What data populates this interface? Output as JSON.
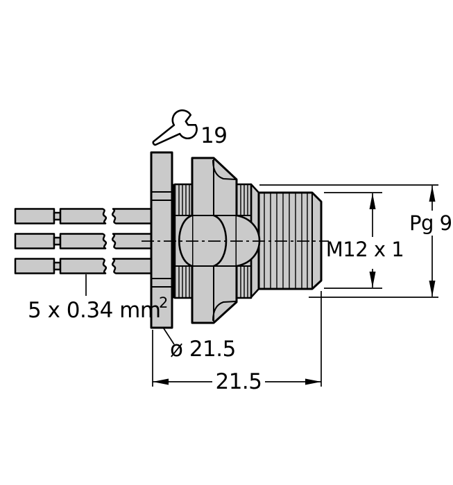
{
  "colors": {
    "background": "#ffffff",
    "body_fill": "#cacaca",
    "line": "#000000"
  },
  "labels": {
    "wrench_size": "19",
    "conductor_spec_base": "5 x 0.34 mm",
    "conductor_spec_exponent": "2",
    "flange_diameter": "ø 21.5",
    "overall_length": "21.5",
    "thread_spec": "M12 x 1",
    "back_thread_spec": "Pg 9"
  },
  "icons": {
    "wrench": "open-end-wrench"
  }
}
